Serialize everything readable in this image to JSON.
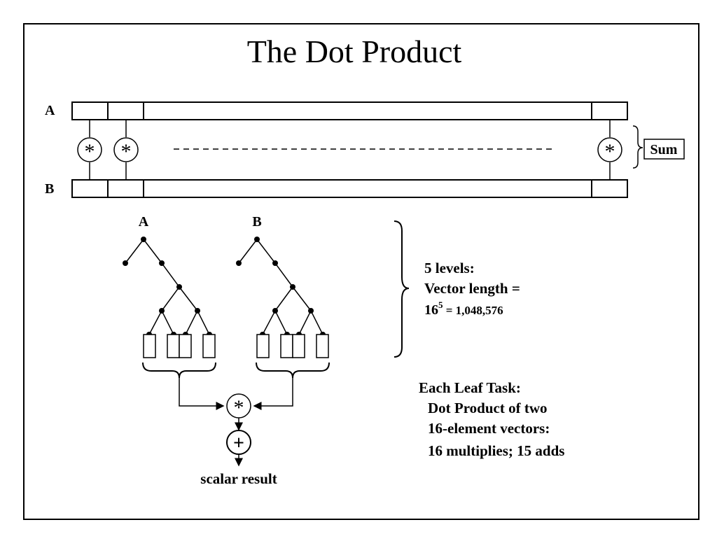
{
  "title": "The Dot Product",
  "vectors": {
    "a_label": "A",
    "b_label": "B",
    "multiply_symbol": "*",
    "sum_label": "Sum"
  },
  "trees": {
    "a_label": "A",
    "b_label": "B"
  },
  "combine": {
    "multiply_symbol": "*",
    "add_symbol": "+",
    "result_label": "scalar result"
  },
  "levels_note": {
    "line1": "5 levels:",
    "line2": "Vector length =",
    "base": "16",
    "exponent": "5",
    "value": " = 1,048,576"
  },
  "leaf_task": {
    "line1": "Each Leaf Task:",
    "line2": "Dot Product of two",
    "line3": "16-element vectors:",
    "line4": "16 multiplies; 15 adds"
  }
}
